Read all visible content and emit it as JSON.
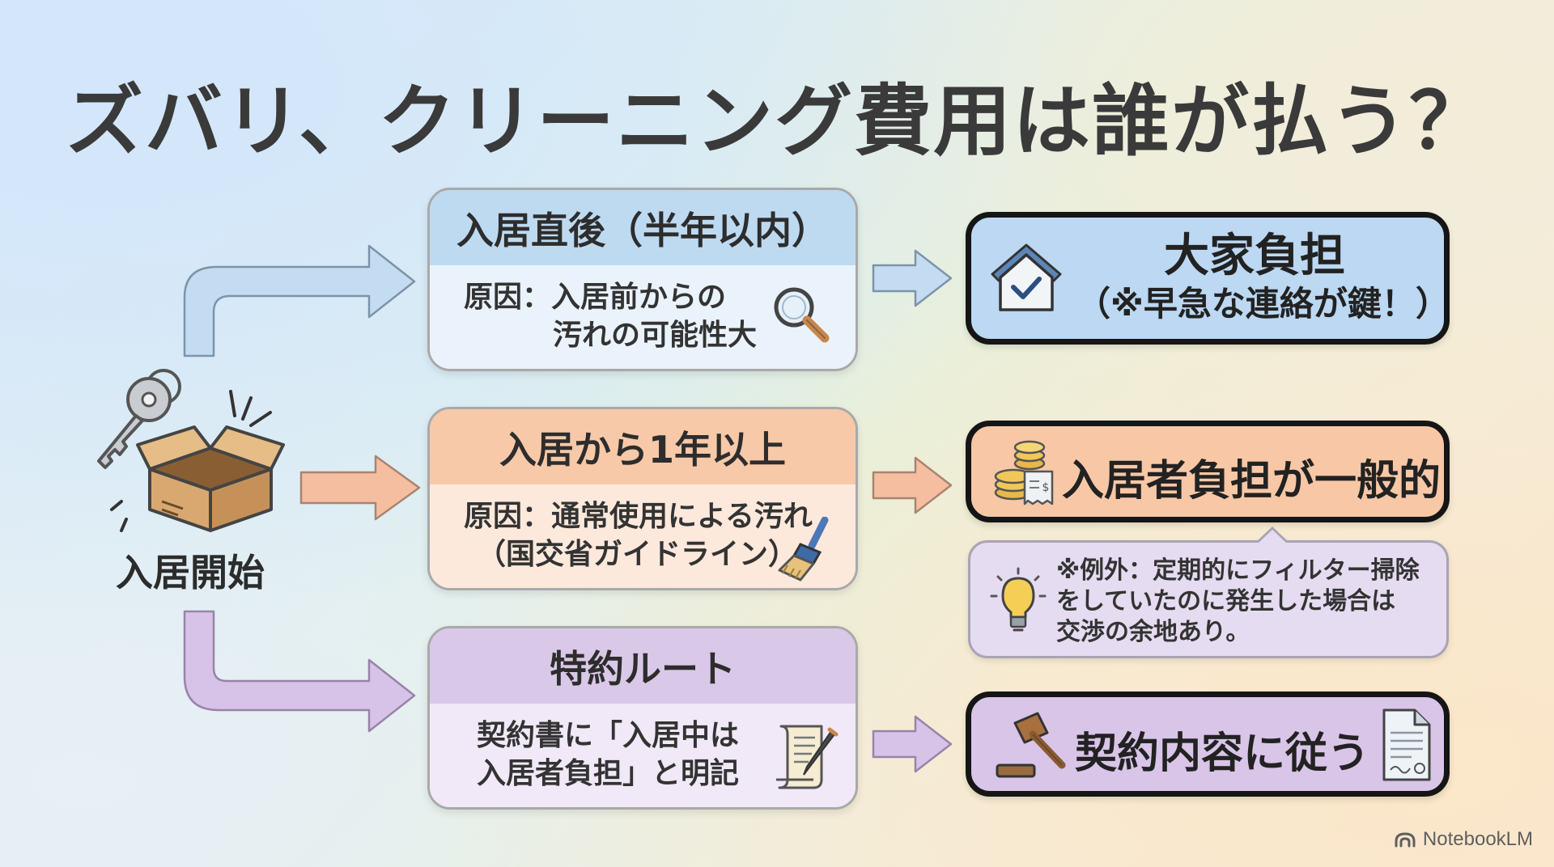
{
  "title": "ズバリ、クリーニング費用は誰が払う？",
  "start": {
    "label": "入居開始"
  },
  "branches": [
    {
      "heading": "入居直後（半年以内）",
      "body_lines": [
        "原因：入居前からの",
        "汚れの可能性大"
      ],
      "result_lines": [
        "大家負担",
        "（※早急な連絡が鍵！）"
      ],
      "color": "#bedaf1"
    },
    {
      "heading": "入居から1年以上",
      "body_lines": [
        "原因：通常使用による汚れ",
        "（国交省ガイドライン）"
      ],
      "result_lines": [
        "入居者負担が一般的"
      ],
      "color": "#f7c9a8"
    },
    {
      "heading": "特約ルート",
      "body_lines": [
        "契約書に「入居中は",
        "入居者負担」と明記"
      ],
      "result_lines": [
        "契約内容に従う"
      ],
      "color": "#dac8e8"
    }
  ],
  "note": {
    "lines": [
      "※例外：定期的にフィルター掃除",
      "をしていたのに発生した場合は",
      "交渉の余地あり。"
    ]
  },
  "icons": [
    "key-icon",
    "box-icon",
    "magnifier-icon",
    "broom-icon",
    "scroll-pen-icon",
    "house-check-icon",
    "coins-receipt-icon",
    "lightbulb-icon",
    "gavel-icon",
    "document-icon"
  ],
  "brand": "NotebookLM"
}
